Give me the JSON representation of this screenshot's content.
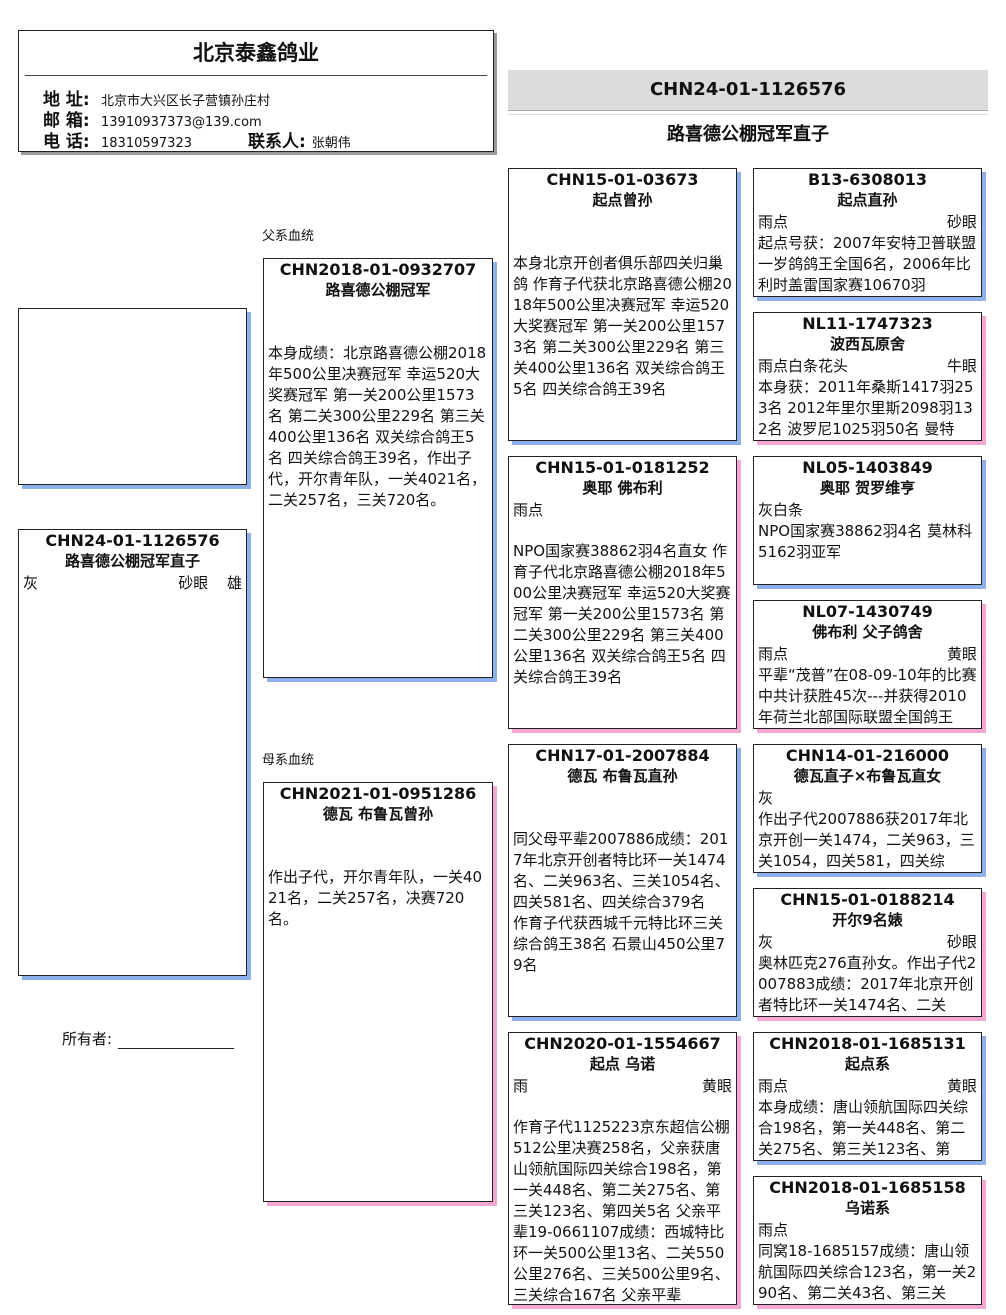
{
  "header": {
    "title": "北京泰鑫鸽业",
    "address_label": "地 址:",
    "address": "北京市大兴区长子营镇孙庄村",
    "email_label": "邮 箱:",
    "email": "13910937373@139.com",
    "phone_label": "电 话:",
    "phone": "18310597323",
    "contact_label": "联系人:",
    "contact": "张朝伟"
  },
  "subject": {
    "ring": "CHN24-01-1126576",
    "name": "路喜德公棚冠军直子",
    "color": "灰",
    "eye": "砂眼",
    "sex": "雄"
  },
  "owner_label": "所有者:",
  "sections": {
    "sire": "父系血统",
    "dam": "母系血统"
  },
  "sire": {
    "ring": "CHN2018-01-0932707",
    "name": "路喜德公棚冠军",
    "color": "",
    "eye": "",
    "text": "本身成绩：北京路喜德公棚2018年500公里决赛冠军 幸运520大奖赛冠军 第一关200公里1573名 第二关300公里229名 第三关400公里136名 双关综合鸽王5名 四关综合鸽王39名，作出子代，开尔青年队，一关4021名，二关257名，三关720名。"
  },
  "dam": {
    "ring": "CHN2021-01-0951286",
    "name": "德瓦 布鲁瓦曾孙",
    "color": "",
    "eye": "",
    "text": "作出子代，开尔青年队，一关4021名，二关257名，决赛720名。"
  },
  "grandparents": [
    {
      "ring": "CHN15-01-03673",
      "name": "起点曾孙",
      "color": "",
      "eye": "",
      "text": "本身北京开创者俱乐部四关归巢鸽 作育子代获北京路喜德公棚2018年500公里决赛冠军 幸运520大奖赛冠军 第一关200公里1573名 第二关300公里229名 第三关400公里136名 双关综合鸽王5名 四关综合鸽王39名"
    },
    {
      "ring": "CHN15-01-0181252",
      "name": "奥耶 佛布利",
      "color": "雨点",
      "eye": "",
      "text": "NPO国家赛38862羽4名直女 作育子代北京路喜德公棚2018年500公里决赛冠军 幸运520大奖赛冠军 第一关200公里1573名 第二关300公里229名 第三关400公里136名 双关综合鸽王5名 四关综合鸽王39名"
    },
    {
      "ring": "CHN17-01-2007884",
      "name": "德瓦 布鲁瓦直孙",
      "color": "",
      "eye": "",
      "text": "同父母平辈2007886成绩：2017年北京开创者特比环一关1474名、二关963名、三关1054名、四关581名、四关综合379名　作育子代获西城千元特比环三关综合鸽王38名 石景山450公里79名"
    },
    {
      "ring": "CHN2020-01-1554667",
      "name": "起点 乌诺",
      "color": "雨",
      "eye": "黄眼",
      "text": "作育子代1125223京东超信公棚512公里决赛258名，父亲获唐山领航国际四关综合198名，第一关448名、第二关275名、第三关123名、第四关5名 父亲平辈19-0661107成绩：西城特比环一关500公里13名、二关550公里276名、三关500公里9名、三关综合167名 父亲平辈"
    }
  ],
  "greatgrandparents": [
    {
      "ring": "B13-6308013",
      "name": "起点直孙",
      "color": "雨点",
      "eye": "砂眼",
      "text": "起点号获：2007年安特卫普联盟一岁鸽鸽王全国6名，2006年比利时盖雷国家赛10670羽"
    },
    {
      "ring": "NL11-1747323",
      "name": "波西瓦原舍",
      "color": "雨点白条花头",
      "eye": "牛眼",
      "text": "本身获：2011年桑斯1417羽253名 2012年里尔里斯2098羽132名 波罗尼1025羽50名 曼特"
    },
    {
      "ring": "NL05-1403849",
      "name": "奥耶 贺罗维亨",
      "color": "灰白条",
      "eye": "",
      "text": "NPO国家赛38862羽4名 莫林科5162羽亚军"
    },
    {
      "ring": "NL07-1430749",
      "name": "佛布利 父子鸽舍",
      "color": "雨点",
      "eye": "黄眼",
      "text": "平辈“茂普”在08-09-10年的比赛中共计获胜45次---并获得2010年荷兰北部国际联盟全国鸽王"
    },
    {
      "ring": "CHN14-01-216000",
      "name": "德瓦直子×布鲁瓦直女",
      "color": "灰",
      "eye": "",
      "text": "作出子代2007886获2017年北京开创一关1474，二关963，三关1054，四关581，四关综"
    },
    {
      "ring": "CHN15-01-0188214",
      "name": "开尔9名婊",
      "color": "灰",
      "eye": "砂眼",
      "text": "奥林匹克276直孙女。作出子代2007883成绩：2017年北京开创者特比环一关1474名、二关"
    },
    {
      "ring": "CHN2018-01-1685131",
      "name": "起点系",
      "color": "雨点",
      "eye": "黄眼",
      "text": "本身成绩：唐山领航国际四关综合198名，第一关448名、第二关275名、第三关123名、第"
    },
    {
      "ring": "CHN2018-01-1685158",
      "name": "乌诺系",
      "color": "雨点",
      "eye": "",
      "text": "同窝18-1685157成绩：唐山领航国际四关综合123名，第一关290名、第二关43名、第三关"
    }
  ]
}
